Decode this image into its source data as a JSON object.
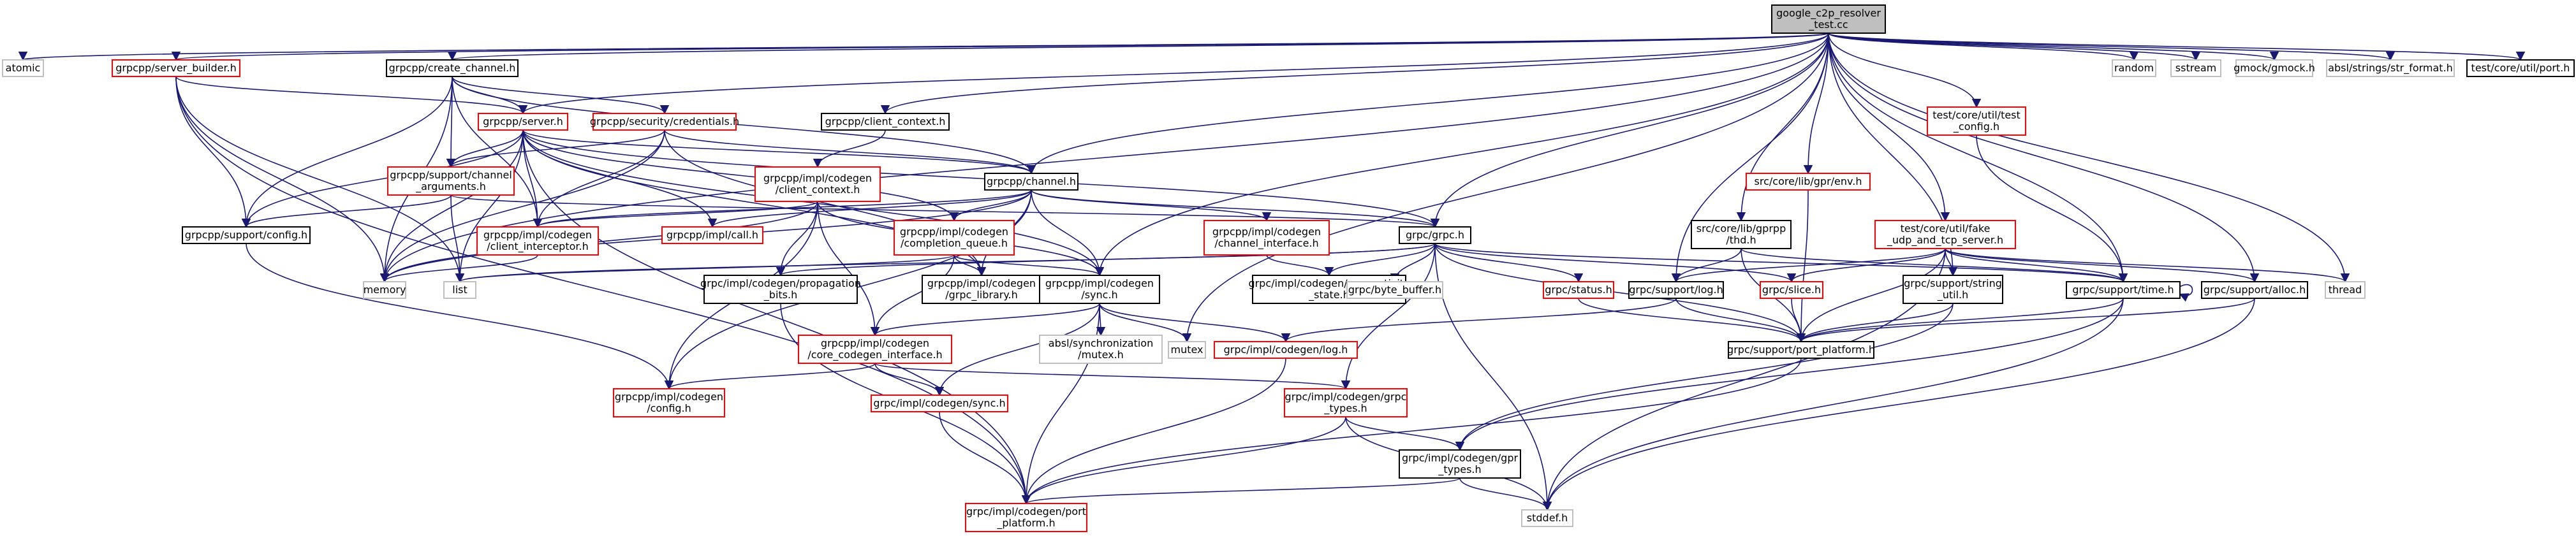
{
  "colors": {
    "edge": "#191970",
    "text": "#000000",
    "border_black": "#000000",
    "border_red": "#ff0000",
    "border_grey": "#bfbfbf",
    "fill_root": "#bfbfbf",
    "fill_default": "#ffffff"
  },
  "nodes": [
    {
      "id": "root",
      "lines": [
        "google_c2p_resolver",
        "_test.cc"
      ],
      "style": "root"
    },
    {
      "id": "atomic",
      "lines": [
        "atomic"
      ],
      "style": "grey"
    },
    {
      "id": "server_builder",
      "lines": [
        "grpcpp/server_builder.h"
      ],
      "style": "red"
    },
    {
      "id": "create_channel",
      "lines": [
        "grpcpp/create_channel.h"
      ],
      "style": "black"
    },
    {
      "id": "client_context",
      "lines": [
        "grpcpp/client_context.h"
      ],
      "style": "black"
    },
    {
      "id": "random",
      "lines": [
        "random"
      ],
      "style": "grey"
    },
    {
      "id": "sstream",
      "lines": [
        "sstream"
      ],
      "style": "grey"
    },
    {
      "id": "gmock",
      "lines": [
        "gmock/gmock.h"
      ],
      "style": "grey"
    },
    {
      "id": "str_format",
      "lines": [
        "absl/strings/str_format.h"
      ],
      "style": "grey"
    },
    {
      "id": "util_port",
      "lines": [
        "test/core/util/port.h"
      ],
      "style": "black"
    },
    {
      "id": "server",
      "lines": [
        "grpcpp/server.h"
      ],
      "style": "red"
    },
    {
      "id": "credentials",
      "lines": [
        "grpcpp/security/credentials.h"
      ],
      "style": "red"
    },
    {
      "id": "test_config",
      "lines": [
        "test/core/util/test",
        "_config.h"
      ],
      "style": "red"
    },
    {
      "id": "channel_args",
      "lines": [
        "grpcpp/support/channel",
        "_arguments.h"
      ],
      "style": "red"
    },
    {
      "id": "impl_client_context",
      "lines": [
        "grpcpp/impl/codegen",
        "/client_context.h"
      ],
      "style": "red"
    },
    {
      "id": "channel",
      "lines": [
        "grpcpp/channel.h"
      ],
      "style": "black"
    },
    {
      "id": "env",
      "lines": [
        "src/core/lib/gpr/env.h"
      ],
      "style": "red"
    },
    {
      "id": "support_config",
      "lines": [
        "grpcpp/support/config.h"
      ],
      "style": "black"
    },
    {
      "id": "client_interceptor",
      "lines": [
        "grpcpp/impl/codegen",
        "/client_interceptor.h"
      ],
      "style": "red"
    },
    {
      "id": "impl_call",
      "lines": [
        "grpcpp/impl/call.h"
      ],
      "style": "red"
    },
    {
      "id": "completion_queue",
      "lines": [
        "grpcpp/impl/codegen",
        "/completion_queue.h"
      ],
      "style": "red"
    },
    {
      "id": "channel_interface",
      "lines": [
        "grpcpp/impl/codegen",
        "/channel_interface.h"
      ],
      "style": "red"
    },
    {
      "id": "grpc_h",
      "lines": [
        "grpc/grpc.h"
      ],
      "style": "black"
    },
    {
      "id": "tls",
      "lines": [
        "src/core/lib/gprpp",
        "/thd.h"
      ],
      "style": "black"
    },
    {
      "id": "fake_server",
      "lines": [
        "test/core/util/fake",
        "_udp_and_tcp_server.h"
      ],
      "style": "red"
    },
    {
      "id": "memory",
      "lines": [
        "memory"
      ],
      "style": "grey"
    },
    {
      "id": "list",
      "lines": [
        "list"
      ],
      "style": "grey"
    },
    {
      "id": "propagation_bits",
      "lines": [
        "grpc/impl/codegen/propagation",
        "_bits.h"
      ],
      "style": "black"
    },
    {
      "id": "grpc_library",
      "lines": [
        "grpcpp/impl/codegen",
        "/grpc_library.h"
      ],
      "style": "black"
    },
    {
      "id": "codegen_sync",
      "lines": [
        "grpcpp/impl/codegen",
        "/sync.h"
      ],
      "style": "black"
    },
    {
      "id": "connectivity_state",
      "lines": [
        "grpc/impl/codegen/connectivity",
        "_state.h"
      ],
      "style": "black"
    },
    {
      "id": "byte_buffer",
      "lines": [
        "grpc/byte_buffer.h"
      ],
      "style": "grey"
    },
    {
      "id": "status",
      "lines": [
        "grpc/status.h"
      ],
      "style": "red"
    },
    {
      "id": "support_log",
      "lines": [
        "grpc/support/log.h"
      ],
      "style": "black"
    },
    {
      "id": "slice",
      "lines": [
        "grpc/slice.h"
      ],
      "style": "red"
    },
    {
      "id": "string_util",
      "lines": [
        "grpc/support/string",
        "_util.h"
      ],
      "style": "black"
    },
    {
      "id": "support_time",
      "lines": [
        "grpc/support/time.h"
      ],
      "style": "black"
    },
    {
      "id": "support_alloc",
      "lines": [
        "grpc/support/alloc.h"
      ],
      "style": "black"
    },
    {
      "id": "thread",
      "lines": [
        "thread"
      ],
      "style": "grey"
    },
    {
      "id": "absl_mutex",
      "lines": [
        "absl/synchronization",
        "/mutex.h"
      ],
      "style": "grey"
    },
    {
      "id": "mutex",
      "lines": [
        "mutex"
      ],
      "style": "grey"
    },
    {
      "id": "codegen_log",
      "lines": [
        "grpc/impl/codegen/log.h"
      ],
      "style": "red"
    },
    {
      "id": "port_platform",
      "lines": [
        "grpc/support/port_platform.h"
      ],
      "style": "black"
    },
    {
      "id": "core_codegen_interface",
      "lines": [
        "grpcpp/impl/codegen",
        "/core_codegen_interface.h"
      ],
      "style": "red"
    },
    {
      "id": "codegen_config",
      "lines": [
        "grpcpp/impl/codegen",
        "/config.h"
      ],
      "style": "red"
    },
    {
      "id": "codegen_sync_h",
      "lines": [
        "grpc/impl/codegen/sync.h"
      ],
      "style": "red"
    },
    {
      "id": "grpc_types",
      "lines": [
        "grpc/impl/codegen/grpc",
        "_types.h"
      ],
      "style": "red"
    },
    {
      "id": "gpr_types",
      "lines": [
        "grpc/impl/codegen/gpr",
        "_types.h"
      ],
      "style": "black"
    },
    {
      "id": "codegen_port_platform",
      "lines": [
        "grpc/impl/codegen/port",
        "_platform.h"
      ],
      "style": "red"
    },
    {
      "id": "stddef",
      "lines": [
        "stddef.h"
      ],
      "style": "grey"
    }
  ],
  "edges": [
    [
      "root",
      "atomic"
    ],
    [
      "root",
      "server_builder"
    ],
    [
      "root",
      "create_channel"
    ],
    [
      "root",
      "client_context"
    ],
    [
      "root",
      "random"
    ],
    [
      "root",
      "sstream"
    ],
    [
      "root",
      "gmock"
    ],
    [
      "root",
      "str_format"
    ],
    [
      "root",
      "util_port"
    ],
    [
      "root",
      "server"
    ],
    [
      "root",
      "channel"
    ],
    [
      "root",
      "grpc_h"
    ],
    [
      "root",
      "env"
    ],
    [
      "root",
      "test_config"
    ],
    [
      "root",
      "tls"
    ],
    [
      "root",
      "fake_server"
    ],
    [
      "root",
      "support_log"
    ],
    [
      "root",
      "string_util"
    ],
    [
      "root",
      "support_time"
    ],
    [
      "root",
      "support_alloc"
    ],
    [
      "root",
      "thread"
    ],
    [
      "root",
      "memory"
    ],
    [
      "root",
      "mutex"
    ],
    [
      "root",
      "codegen_sync"
    ],
    [
      "server_builder",
      "server"
    ],
    [
      "server_builder",
      "support_config"
    ],
    [
      "server_builder",
      "memory"
    ],
    [
      "server_builder",
      "list"
    ],
    [
      "server_builder",
      "codegen_port_platform"
    ],
    [
      "create_channel",
      "credentials"
    ],
    [
      "create_channel",
      "channel"
    ],
    [
      "create_channel",
      "server"
    ],
    [
      "create_channel",
      "channel_args"
    ],
    [
      "create_channel",
      "client_interceptor"
    ],
    [
      "create_channel",
      "support_config"
    ],
    [
      "create_channel",
      "memory"
    ],
    [
      "client_context",
      "impl_client_context"
    ],
    [
      "server",
      "channel"
    ],
    [
      "server",
      "channel_args"
    ],
    [
      "server",
      "support_config"
    ],
    [
      "server",
      "client_interceptor"
    ],
    [
      "server",
      "impl_call"
    ],
    [
      "server",
      "completion_queue"
    ],
    [
      "server",
      "memory"
    ],
    [
      "server",
      "list"
    ],
    [
      "server",
      "grpc_library"
    ],
    [
      "server",
      "codegen_sync"
    ],
    [
      "server",
      "codegen_port_platform"
    ],
    [
      "server",
      "grpc_h"
    ],
    [
      "credentials",
      "channel"
    ],
    [
      "credentials",
      "channel_args"
    ],
    [
      "credentials",
      "client_interceptor"
    ],
    [
      "credentials",
      "grpc_library"
    ],
    [
      "credentials",
      "memory"
    ],
    [
      "test_config",
      "support_time"
    ],
    [
      "channel_args",
      "support_config"
    ],
    [
      "channel_args",
      "list"
    ],
    [
      "channel_args",
      "grpc_h"
    ],
    [
      "impl_client_context",
      "client_interceptor"
    ],
    [
      "impl_client_context",
      "propagation_bits"
    ],
    [
      "impl_client_context",
      "core_codegen_interface"
    ],
    [
      "impl_client_context",
      "codegen_sync"
    ],
    [
      "impl_client_context",
      "codegen_config"
    ],
    [
      "impl_client_context",
      "memory"
    ],
    [
      "channel",
      "grpc_h"
    ],
    [
      "channel",
      "client_interceptor"
    ],
    [
      "channel",
      "impl_call"
    ],
    [
      "channel",
      "completion_queue"
    ],
    [
      "channel",
      "channel_interface"
    ],
    [
      "channel",
      "grpc_library"
    ],
    [
      "channel",
      "codegen_sync"
    ],
    [
      "channel",
      "memory"
    ],
    [
      "channel",
      "codegen_config"
    ],
    [
      "env",
      "port_platform"
    ],
    [
      "support_config",
      "codegen_config"
    ],
    [
      "client_interceptor",
      "memory"
    ],
    [
      "completion_queue",
      "list"
    ],
    [
      "completion_queue",
      "grpc_library"
    ],
    [
      "completion_queue",
      "codegen_sync"
    ],
    [
      "completion_queue",
      "core_codegen_interface"
    ],
    [
      "channel_interface",
      "connectivity_state"
    ],
    [
      "grpc_h",
      "propagation_bits"
    ],
    [
      "grpc_h",
      "connectivity_state"
    ],
    [
      "grpc_h",
      "byte_buffer"
    ],
    [
      "grpc_h",
      "status"
    ],
    [
      "grpc_h",
      "slice"
    ],
    [
      "grpc_h",
      "grpc_types"
    ],
    [
      "grpc_h",
      "port_platform"
    ],
    [
      "grpc_h",
      "stddef"
    ],
    [
      "grpc_h",
      "support_time"
    ],
    [
      "grpc_h",
      "list"
    ],
    [
      "tls",
      "support_log"
    ],
    [
      "tls",
      "port_platform"
    ],
    [
      "tls",
      "support_time"
    ],
    [
      "fake_server",
      "support_log"
    ],
    [
      "fake_server",
      "string_util"
    ],
    [
      "fake_server",
      "support_time"
    ],
    [
      "fake_server",
      "support_alloc"
    ],
    [
      "fake_server",
      "thread"
    ],
    [
      "fake_server",
      "port_platform"
    ],
    [
      "fake_server",
      "slice"
    ],
    [
      "fake_server",
      "stddef"
    ],
    [
      "propagation_bits",
      "codegen_port_platform"
    ],
    [
      "codegen_sync",
      "absl_mutex"
    ],
    [
      "codegen_sync",
      "mutex"
    ],
    [
      "codegen_sync",
      "codegen_log"
    ],
    [
      "codegen_sync",
      "core_codegen_interface"
    ],
    [
      "codegen_sync",
      "codegen_sync_h"
    ],
    [
      "codegen_sync",
      "codegen_port_platform"
    ],
    [
      "status",
      "port_platform"
    ],
    [
      "support_log",
      "codegen_log"
    ],
    [
      "support_log",
      "port_platform"
    ],
    [
      "slice",
      "port_platform"
    ],
    [
      "string_util",
      "port_platform"
    ],
    [
      "string_util",
      "gpr_types"
    ],
    [
      "support_time",
      "port_platform"
    ],
    [
      "support_time",
      "gpr_types"
    ],
    [
      "support_time",
      "stddef"
    ],
    [
      "support_time",
      "support_time"
    ],
    [
      "support_alloc",
      "port_platform"
    ],
    [
      "support_alloc",
      "stddef"
    ],
    [
      "codegen_log",
      "codegen_port_platform"
    ],
    [
      "port_platform",
      "codegen_port_platform"
    ],
    [
      "core_codegen_interface",
      "codegen_config"
    ],
    [
      "core_codegen_interface",
      "codegen_sync_h"
    ],
    [
      "core_codegen_interface",
      "grpc_types"
    ],
    [
      "codegen_sync_h",
      "codegen_port_platform"
    ],
    [
      "grpc_types",
      "gpr_types"
    ],
    [
      "grpc_types",
      "codegen_port_platform"
    ],
    [
      "grpc_types",
      "stddef"
    ],
    [
      "gpr_types",
      "codegen_port_platform"
    ],
    [
      "gpr_types",
      "stddef"
    ]
  ]
}
